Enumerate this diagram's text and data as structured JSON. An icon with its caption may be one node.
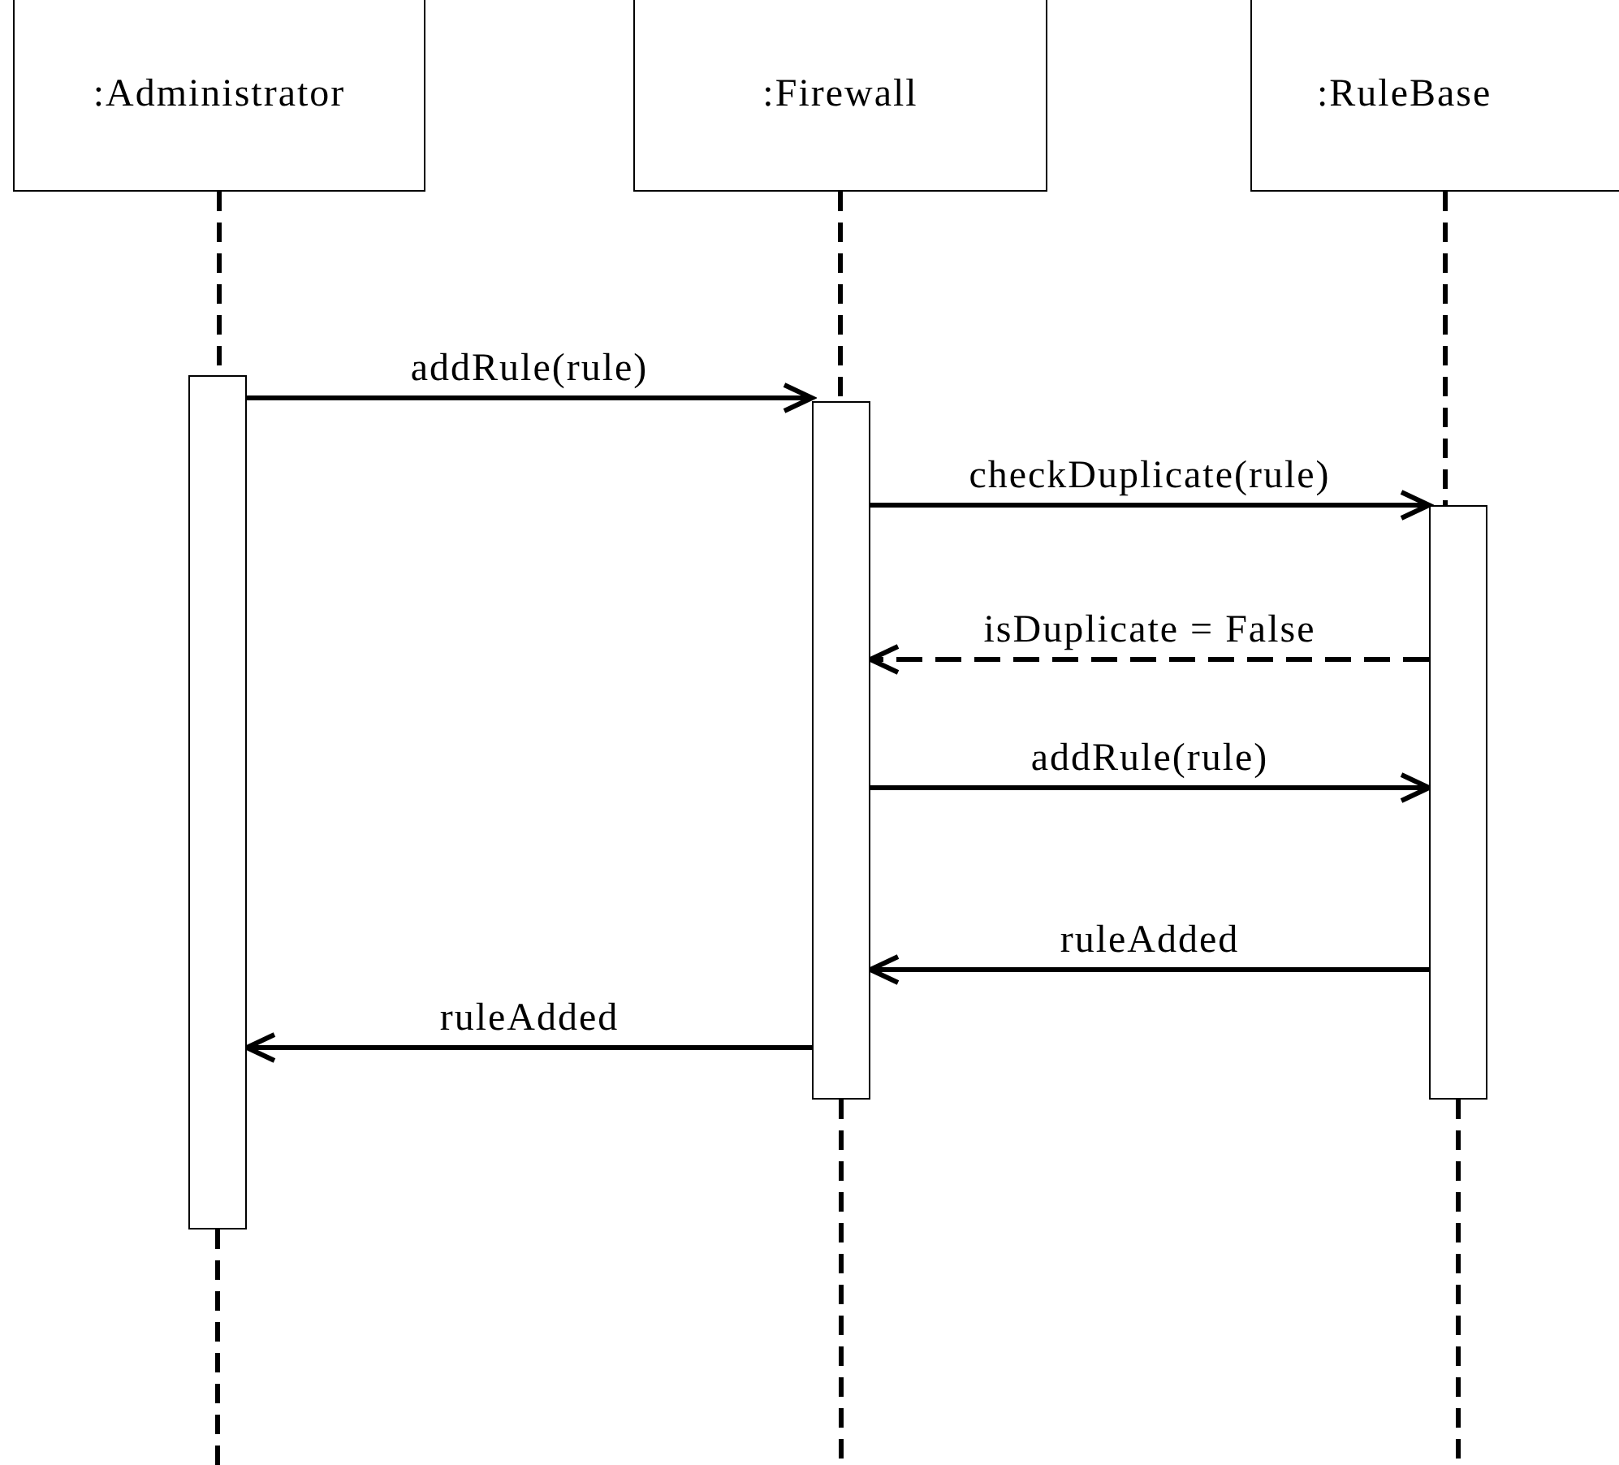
{
  "diagram": {
    "nodes": [
      {
        "text": [
          ":Administrator"
        ]
      },
      {
        "text": [
          ":Firewall"
        ]
      },
      {
        "text": [
          ":RuleBase"
        ]
      },
      {
        "text": [],
        "shape": "bar"
      },
      {
        "text": [],
        "shape": "bar"
      },
      {
        "text": [],
        "shape": "bar"
      }
    ],
    "edges": [
      {
        "from": 0,
        "to": 3,
        "arrow": "none",
        "style": "dashed"
      },
      {
        "from": 1,
        "to": 4,
        "arrow": "none",
        "style": "dashed"
      },
      {
        "from": 2,
        "to": 5,
        "arrow": "none",
        "style": "dashed"
      },
      {
        "from": 3,
        "to": 4,
        "arrow": "to",
        "label": "addRule(rule)"
      },
      {
        "from": 4,
        "to": 5,
        "arrow": "to",
        "label": "checkDuplicate(rule)"
      },
      {
        "from": 5,
        "to": 4,
        "arrow": "to",
        "label": "isDuplicate = False",
        "style": "dashed"
      },
      {
        "from": 4,
        "to": 5,
        "arrow": "to",
        "label": "addRule(rule)"
      },
      {
        "from": 5,
        "to": 4,
        "arrow": "to",
        "label": "ruleAdded"
      },
      {
        "from": 4,
        "to": 3,
        "arrow": "to",
        "label": "ruleAdded"
      },
      {
        "from": 3,
        "to": null,
        "arrow": "none",
        "style": "dashed"
      },
      {
        "from": 4,
        "to": null,
        "arrow": "none",
        "style": "dashed"
      },
      {
        "from": 5,
        "to": null,
        "arrow": "none",
        "style": "dashed"
      }
    ]
  }
}
